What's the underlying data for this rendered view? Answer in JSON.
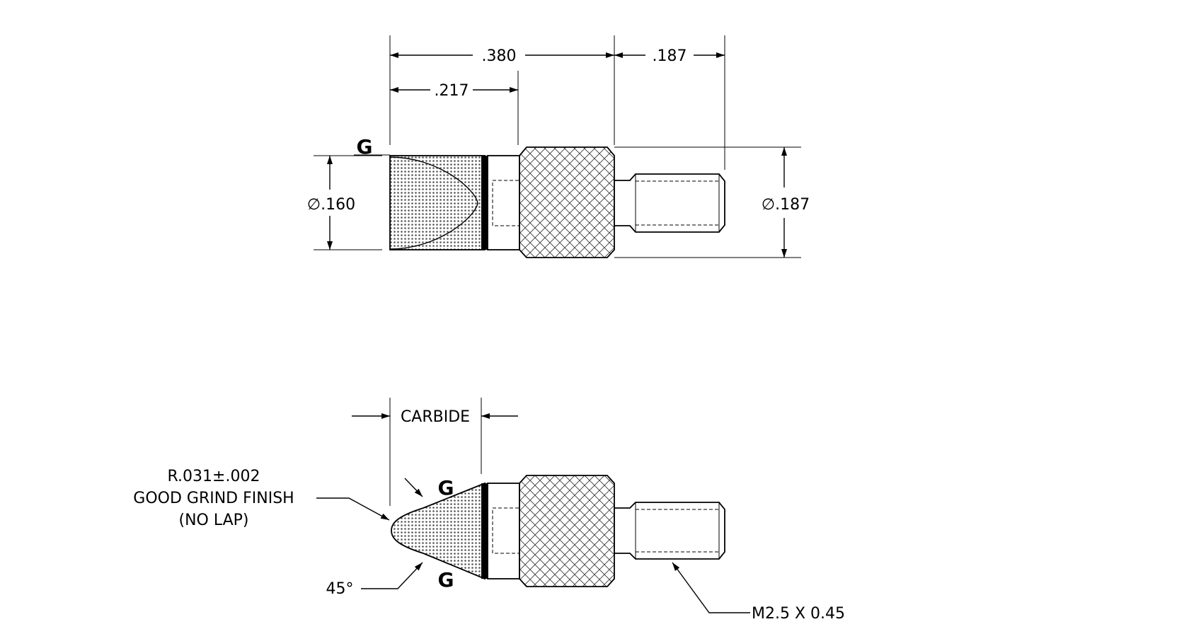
{
  "top_view": {
    "dim_overall": ".380",
    "dim_carbide": ".217",
    "dim_thread_len": ".187",
    "dim_tip_dia": "∅.160",
    "dim_body_dia": "∅.187",
    "grind_mark": "G"
  },
  "bottom_view": {
    "carbide_label": "CARBIDE",
    "note_line1": "R.031±.002",
    "note_line2": "GOOD GRIND FINISH",
    "note_line3": "(NO LAP)",
    "angle": "45°",
    "thread": "M2.5 X 0.45",
    "grind_mark_top": "G",
    "grind_mark_bottom": "G"
  }
}
